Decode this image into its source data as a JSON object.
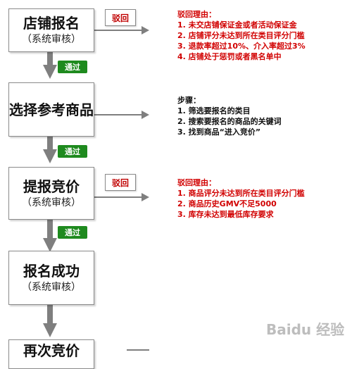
{
  "steps": [
    {
      "title": "店铺报名",
      "subtitle": "（系统审核）"
    },
    {
      "title": "选择参考商品",
      "subtitle": ""
    },
    {
      "title": "提报竞价",
      "subtitle": "（系统审核）"
    },
    {
      "title": "报名成功",
      "subtitle": "（系统审核）"
    },
    {
      "title": "再次竞价",
      "subtitle": ""
    }
  ],
  "labels": {
    "pass": "通过",
    "reject": "驳回"
  },
  "notes": {
    "note1": {
      "heading": "驳回理由：",
      "items": [
        "1.  未交店铺保证金或者活动保证金",
        "2.  店铺评分未达到所在类目评分门槛",
        "3.  退款率超过10%、介入率超过3%",
        "4.  店铺处于惩罚或者黑名单中"
      ]
    },
    "note2": {
      "heading": "步骤：",
      "items": [
        "1.  筛选要报名的类目",
        "2.  搜索要报名的商品的关键词",
        "3.  找到商品“进入竞价”"
      ]
    },
    "note3": {
      "heading": "驳回理由：",
      "items": [
        "1.  商品评分未达到所在类目评分门槛",
        "2.  商品历史GMV不足5000",
        "3.  库存未达到最低库存要求"
      ]
    }
  },
  "watermark": "Baidu 经验",
  "colors": {
    "pass_green": "#1e8a1e",
    "reject_red": "#c00000",
    "note_red": "#d10000",
    "arrow_gray": "#7f7f7f"
  }
}
